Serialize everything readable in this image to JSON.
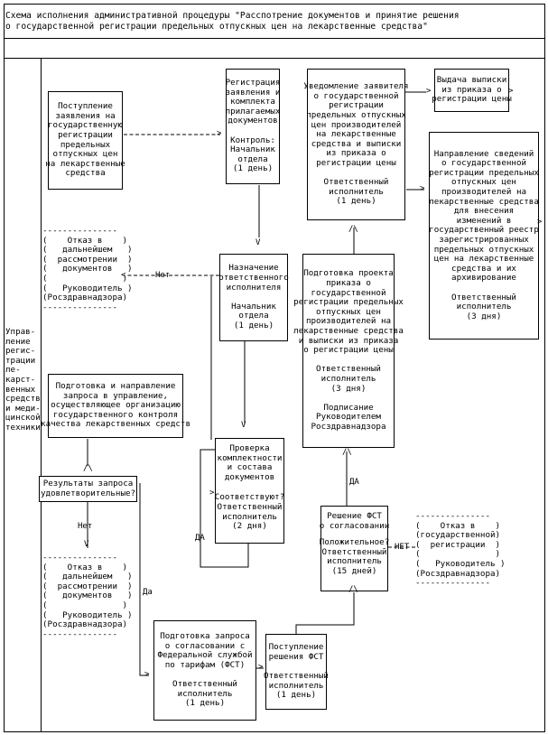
{
  "title": "Схема исполнения административной процедуры \"Расспотрение документов и принятие решения\nо государственной регистрации предельных отпускных цен на лекарственные средства\"",
  "side_label": "Управ-\nление\nрегис-\nтрации\nле-\nкарст-\nвенных\nсредств\nи меди-\nцинской\nтехники",
  "boxes": {
    "receipt": "Поступление\nзаявления на\nгосударственную\nрегистрации\nпредельных\nотпускных цен\nна лекарственные\nсредства",
    "registration": "Регистрация\nзаявления и\nкомплекта\nприлагаемых\nдокументов\n\nКонтроль:\nНачальник\nотдела\n(1 день)",
    "assign": "Назначение\nответственного\nисполнителя\n\nНачальник\nотдела\n(1 день)",
    "notify": "Уведомление заявителя\nо государственной\nрегистрации\nпредельных отпускных\nцен производителей\nна лекарственные\nсредства и выписки\nиз приказа о\nрегистрации цены\n\nОтветственный\nисполнитель\n(1 день)",
    "issue": "Выдача выписки\nиз приказа о\nрегистрации цены",
    "send_info": "Направление сведений\nо государственной\nрегистрации предельных\nотпускных цен\nпроизводителей на\nлекарственные средства\nдля внесения\nизменений в\nгосударственный реестр\nзарегистрированных\nпредельных отпускных\nцен на лекарственные\nсредства и их\nархивирование\n\nОтветственный\nисполнитель\n(3 дня)",
    "draft_order": "Подготовка проекта\nприказа о\nгосударственной\nрегистрации предельных\nотпускных цен\nпроизводителей на\nлекарственные средства\nи выписки из приказа\nо регистрации цены\n\nОтветственный\nисполнитель\n(3 дня)\n\nПодписание\nРуководителем\nРосздравнадзора",
    "request_control": "Подготовка и направление\nзапроса в управление,\nосуществляющее организацию\nгосударственного контроля\nкачества лекарственных средств",
    "check": "Проверка\nкомплектности\nи состава\nдокументов",
    "check_bottom": "Ответственный\nисполнитель\n(2 дня)",
    "fst_request": "Подготовка запроса\nо согласовании с\nФедеральной службой\nпо тарифам (ФСТ)\n\nОтветственный\nисполнитель\n(1 день)",
    "fst_receipt": "Поступление\nрешения ФСТ\n\nОтветственный\nисполнитель\n(1 день)",
    "fst_decision": "Решение ФСТ\nо согласовании",
    "fst_decision_bottom": "Ответственный\nисполнитель\n(15 дней)"
  },
  "decisions": {
    "results_ok": "Результаты запроса\nудовлетворительные?",
    "match": "Соответствуют?",
    "positive": "Положительное?"
  },
  "refusals": {
    "refusal_1": "---------------\n(    Отказ в    )\n(   дальнейшем   )\n(  рассмотрении  )\n(   документов   )\n(               )\n(   Руководитель )\n(Росздравнадзора)\n---------------",
    "refusal_2": "---------------\n(    Отказ в    )\n(   дальнейшем   )\n(  рассмотрении  )\n(   документов   )\n(               )\n(   Руководитель )\n(Росздравнадзора)\n---------------",
    "refusal_3": "---------------\n(    Отказ в    )\n(государственной)\n(  регистрации  )\n(               )\n(   Руководитель )\n(Росздравнадзора)\n---------------"
  },
  "labels": {
    "no_1": "Нет",
    "no_2": "Нет",
    "no_3": "НЕТ",
    "yes_1": "ДА",
    "yes_2": "Да",
    "yes_3": "ДА"
  }
}
